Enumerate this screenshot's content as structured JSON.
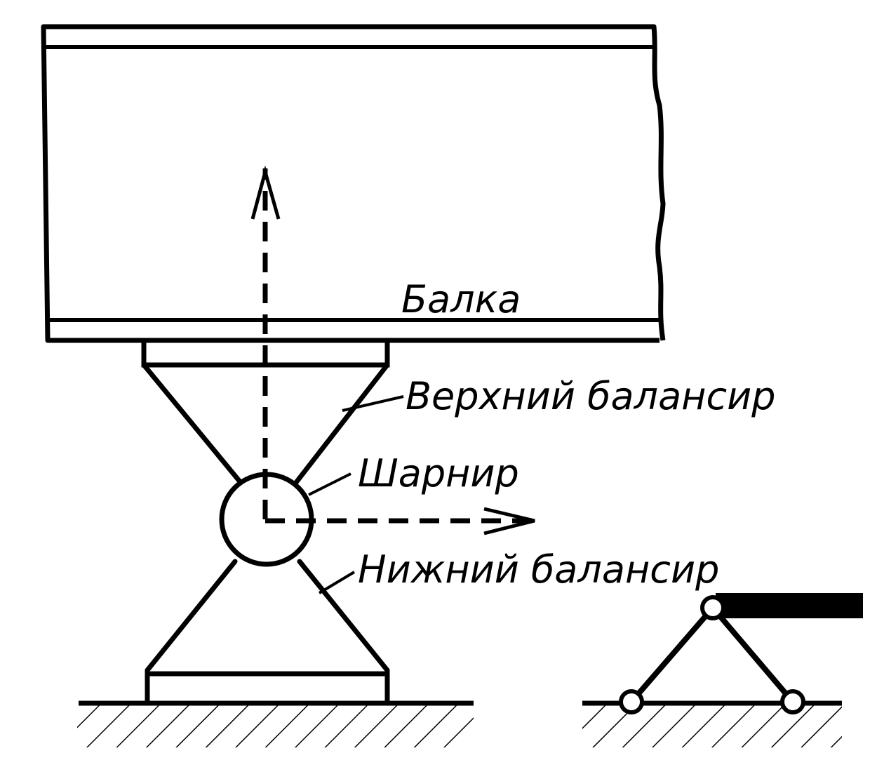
{
  "labels": {
    "beam": "Балка",
    "upper_balancer": "Верхний балансир",
    "hinge": "Шарнир",
    "lower_balancer": "Нижний балансир"
  },
  "colors": {
    "ink": "#000000",
    "paper": "#ffffff"
  }
}
